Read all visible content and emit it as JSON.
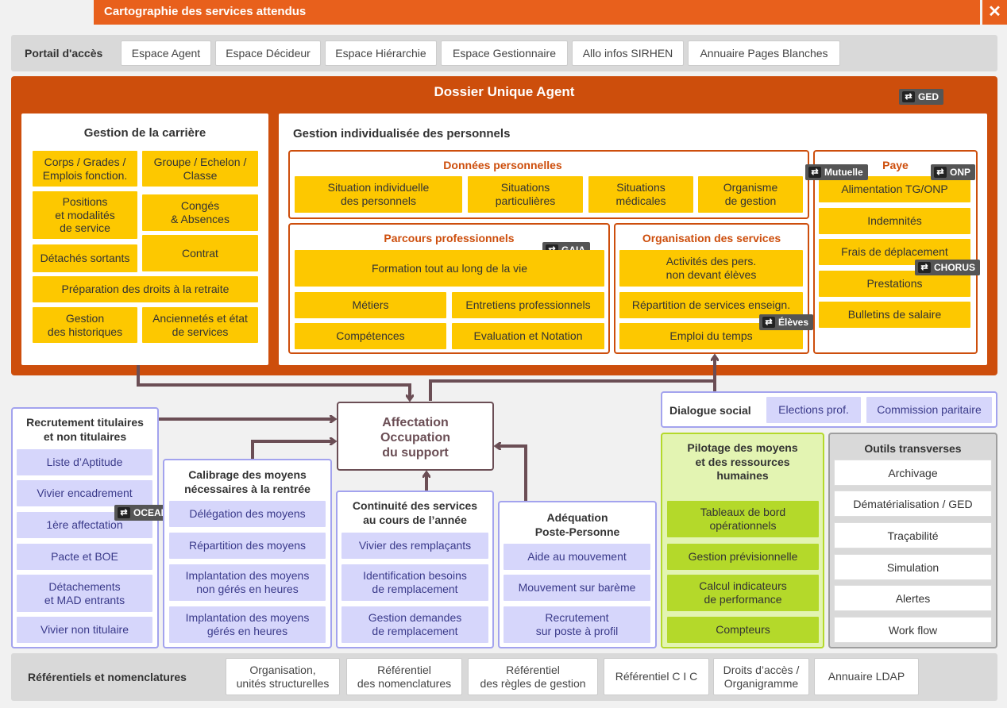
{
  "window": {
    "title": "Cartographie des services attendus",
    "close_label": "✕"
  },
  "portail": {
    "title": "Portail d'accès",
    "items": [
      "Espace Agent",
      "Espace Décideur",
      "Espace Hiérarchie",
      "Espace Gestionnaire",
      "Allo infos SIRHEN",
      "Annuaire Pages Blanches"
    ]
  },
  "dua": {
    "title": "Dossier Unique Agent",
    "tag": "GED",
    "carriere": {
      "title": "Gestion de la carrière",
      "items": [
        "Corps / Grades /\nEmplois fonction.",
        "Groupe / Echelon /\nClasse",
        "Positions\net modalités\nde service",
        "Congés\n& Absences",
        "Détachés sortants",
        "Contrat",
        "Préparation des droits à la retraite",
        "Gestion\ndes historiques",
        "Anciennetés et état\nde services"
      ]
    },
    "gip": {
      "title": "Gestion individualisée des personnels",
      "donnees": {
        "title": "Données personnelles",
        "items": [
          "Situation individuelle\ndes personnels",
          "Situations\nparticulières",
          "Situations\nmédicales",
          "Organisme\nde gestion"
        ]
      },
      "parcours": {
        "title": "Parcours professionnels",
        "tag": "GAIA",
        "items": [
          "Formation tout au long de la vie",
          "Métiers",
          "Entretiens professionnels",
          "Compétences",
          "Evaluation et Notation"
        ]
      },
      "organisation": {
        "title": "Organisation des services",
        "tag": "Élèves",
        "items": [
          "Activités des pers.\nnon devant élèves",
          "Répartition de services enseign.",
          "Emploi du temps"
        ]
      },
      "paye": {
        "title": "Paye",
        "tags": [
          "Mutuelle",
          "ONP",
          "CHORUS"
        ],
        "items": [
          "Alimentation TG/ONP",
          "Indemnités",
          "Frais de déplacement",
          "Prestations",
          "Bulletins de salaire"
        ]
      }
    }
  },
  "center": {
    "label": "Affectation\nOccupation\ndu support"
  },
  "recrutement": {
    "title": "Recrutement titulaires\net non titulaires",
    "tag": "OCEAN",
    "items": [
      "Liste d’Aptitude",
      "Vivier encadrement",
      "1ère affectation",
      "Pacte et BOE",
      "Détachements\net MAD entrants",
      "Vivier non titulaire"
    ]
  },
  "calibrage": {
    "title": "Calibrage des moyens\nnécessaires à la rentrée",
    "items": [
      "Délégation des moyens",
      "Répartition des moyens",
      "Implantation des moyens\nnon gérés en heures",
      "Implantation des moyens\ngérés en heures"
    ]
  },
  "continuite": {
    "title": "Continuité des services\nau cours de l’année",
    "items": [
      "Vivier des remplaçants",
      "Identification besoins\nde remplacement",
      "Gestion demandes\nde remplacement"
    ]
  },
  "adequation": {
    "title": "Adéquation\nPoste-Personne",
    "items": [
      "Aide au mouvement",
      "Mouvement sur barème",
      "Recrutement\nsur poste à profil"
    ]
  },
  "dialogue": {
    "title": "Dialogue social",
    "items": [
      "Elections prof.",
      "Commission paritaire"
    ]
  },
  "pilotage": {
    "title": "Pilotage des moyens\net des ressources\nhumaines",
    "items": [
      "Tableaux de bord\nopérationnels",
      "Gestion prévisionnelle",
      "Calcul indicateurs\nde performance",
      "Compteurs"
    ]
  },
  "outils": {
    "title": "Outils transverses",
    "items": [
      "Archivage",
      "Dématérialisation / GED",
      "Traçabilité",
      "Simulation",
      "Alertes",
      "Work flow"
    ]
  },
  "referentiels": {
    "title": "Référentiels et nomenclatures",
    "items": [
      "Organisation,\nunités structurelles",
      "Référentiel\ndes nomenclatures",
      "Référentiel\ndes règles de gestion",
      "Référentiel C I C",
      "Droits d’accès /\nOrganigramme",
      "Annuaire LDAP"
    ]
  },
  "colors": {
    "orange": "#e8601c",
    "dua": "#cd4e0c",
    "yellow": "#fdc800",
    "lavender": "#d6d6fb",
    "green": "#b4d92a",
    "arrow": "#6b4e55"
  }
}
